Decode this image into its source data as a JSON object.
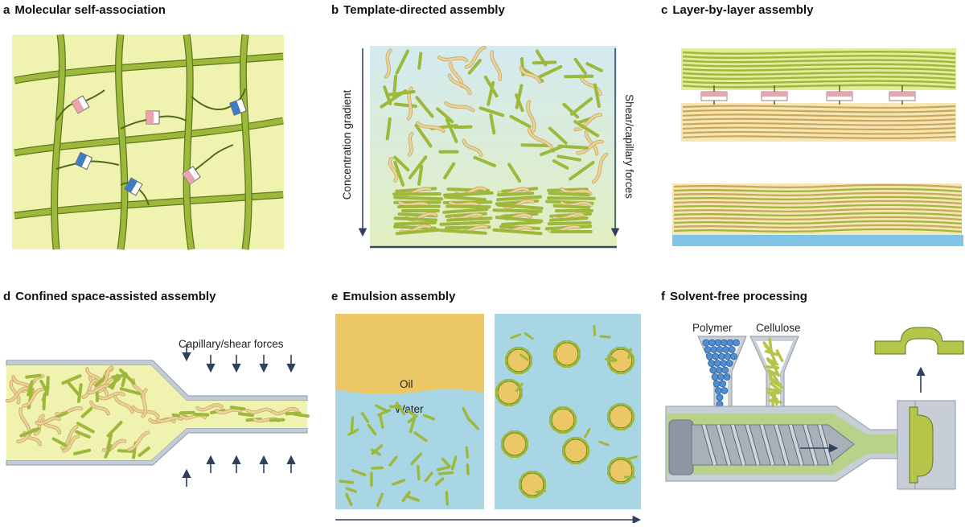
{
  "colors": {
    "fiber_green": "#9db83a",
    "fiber_dark": "#5b7a1f",
    "fiber_tan": "#ead29a",
    "fiber_tan_dark": "#c9a85c",
    "panel_yellow": "#f0f2b0",
    "panel_blue": "#cfe6ee",
    "water_blue": "#a9d6e5",
    "oil_yellow": "#ebc865",
    "substrate_blue": "#7fc3e6",
    "arrow_navy": "#2f3f5e",
    "box_pink": "#e8a5ad",
    "box_blue": "#3f7cc2",
    "pellet_blue": "#4f8ed0",
    "machine_grey": "#bfc6cf"
  },
  "panels": {
    "a": {
      "letter": "a",
      "title": "Molecular self-association"
    },
    "b": {
      "letter": "b",
      "title": "Template-directed assembly",
      "left_arrow_label": "Concentration gradient",
      "right_arrow_label": "Shear/capillary forces"
    },
    "c": {
      "letter": "c",
      "title": "Layer-by-layer assembly"
    },
    "d": {
      "letter": "d",
      "title": "Confined space-assisted assembly",
      "force_label": "Capillary/shear forces"
    },
    "e": {
      "letter": "e",
      "title": "Emulsion assembly",
      "oil_label": "Oil",
      "water_label": "Water"
    },
    "f": {
      "letter": "f",
      "title": "Solvent-free processing",
      "polymer_label": "Polymer",
      "cellulose_label": "Cellulose"
    }
  }
}
